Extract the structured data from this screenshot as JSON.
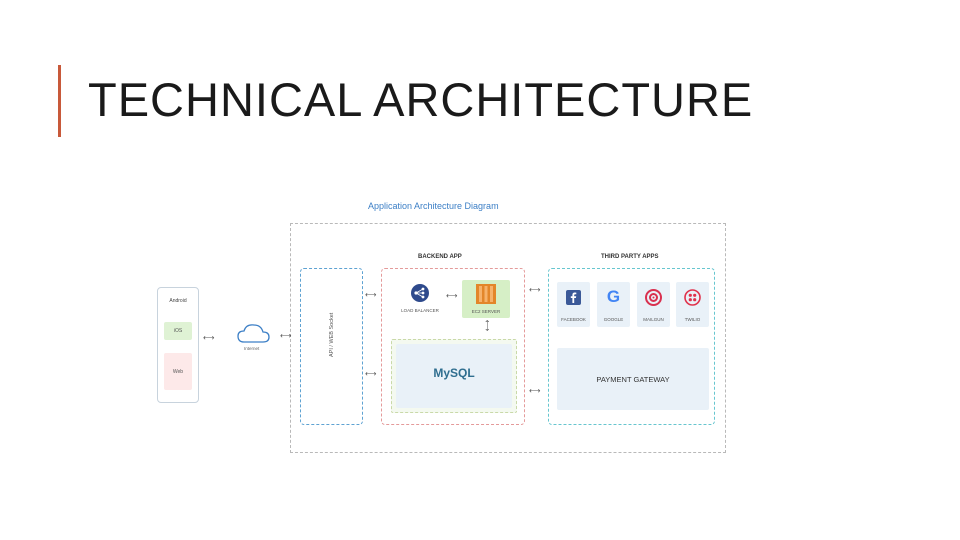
{
  "slide": {
    "title": "TECHNICAL ARCHITECTURE"
  },
  "diagram": {
    "title": "Application Architecture Diagram",
    "clients": {
      "title": "Android",
      "items": [
        "iOS",
        "Web"
      ]
    },
    "internet_label": "Internet",
    "api_label": "API / WEB Socket",
    "backend": {
      "title": "BACKEND APP",
      "load_balancer_label": "LOAD BALANCER",
      "server_label": "EC2 SERVER",
      "database_label": "MySQL"
    },
    "third_party": {
      "title": "THIRD PARTY APPS",
      "apps": [
        "FACEBOOK",
        "GOOGLE",
        "MAILGUN",
        "TWILIO"
      ],
      "payment_label": "PAYMENT GATEWAY"
    }
  },
  "colors": {
    "accent": "#c8593a",
    "diagram_title": "#3c7fc6",
    "client_border": "#c8d3dd",
    "api_border": "#5ea2d2",
    "backend_border": "#e49a9a",
    "third_party_border": "#67c6cf",
    "tile_fill": "#e9f1f8",
    "server_fill": "#d6efc6",
    "ios_fill": "#dff2d4",
    "web_fill": "#fde9e9"
  },
  "icons": [
    "cloud-icon",
    "load-balancer-icon",
    "ec2-server-icon",
    "mysql-logo",
    "facebook-icon",
    "google-icon",
    "mailgun-icon",
    "twilio-icon"
  ]
}
